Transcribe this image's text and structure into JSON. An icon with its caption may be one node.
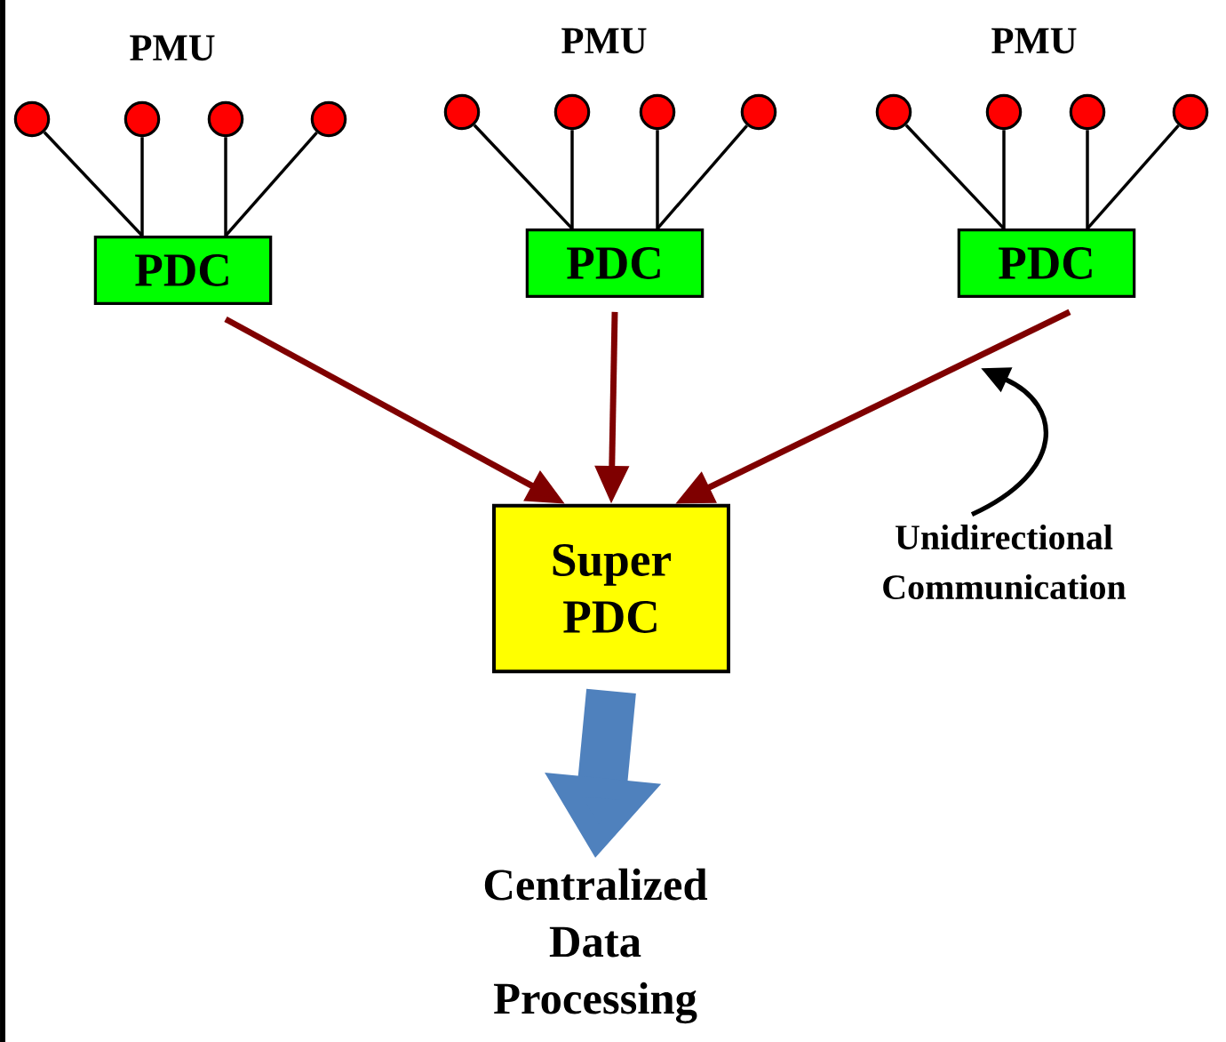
{
  "diagram": {
    "nodes": [
      {
        "text": [],
        "shape": "circle"
      },
      {
        "text": [],
        "shape": "circle"
      },
      {
        "text": [],
        "shape": "circle"
      },
      {
        "text": [],
        "shape": "circle"
      },
      {
        "text": [],
        "shape": "circle"
      },
      {
        "text": [],
        "shape": "circle"
      },
      {
        "text": [],
        "shape": "circle"
      },
      {
        "text": [],
        "shape": "circle"
      },
      {
        "text": [],
        "shape": "circle"
      },
      {
        "text": [],
        "shape": "circle"
      },
      {
        "text": [],
        "shape": "circle"
      },
      {
        "text": [],
        "shape": "circle"
      },
      {
        "text": [
          "PDC"
        ]
      },
      {
        "text": [
          "PDC"
        ]
      },
      {
        "text": [
          "PDC"
        ]
      },
      {
        "text": [
          "Super PDC"
        ]
      },
      {
        "text": [
          "Unidirectional Communication"
        ]
      },
      {
        "text": [
          "Centralized Data Processing"
        ]
      }
    ],
    "edges": [
      {
        "from": 0,
        "to": 12,
        "arrow": "none"
      },
      {
        "from": 1,
        "to": 12,
        "arrow": "none"
      },
      {
        "from": 2,
        "to": 12,
        "arrow": "none"
      },
      {
        "from": 3,
        "to": 12,
        "arrow": "none"
      },
      {
        "from": 4,
        "to": 13,
        "arrow": "none"
      },
      {
        "from": 5,
        "to": 13,
        "arrow": "none"
      },
      {
        "from": 6,
        "to": 13,
        "arrow": "none"
      },
      {
        "from": 7,
        "to": 13,
        "arrow": "none"
      },
      {
        "from": 8,
        "to": 14,
        "arrow": "none"
      },
      {
        "from": 9,
        "to": 14,
        "arrow": "none"
      },
      {
        "from": 10,
        "to": 14,
        "arrow": "none"
      },
      {
        "from": 11,
        "to": 14,
        "arrow": "none"
      },
      {
        "from": 12,
        "to": 15,
        "arrow": "to",
        "style": "thick",
        "color": "#7f0000"
      },
      {
        "from": 13,
        "to": 15,
        "arrow": "to",
        "style": "thick",
        "color": "#7f0000"
      },
      {
        "from": 14,
        "to": 15,
        "arrow": "to",
        "style": "thick",
        "color": "#7f0000"
      },
      {
        "from": 15,
        "to": 17,
        "arrow": "to",
        "style": "thick",
        "color": "#4f81bd"
      },
      {
        "from": 16,
        "to": null,
        "arrow": "to"
      }
    ],
    "labels": [
      "PMU",
      "PMU",
      "PMU"
    ]
  }
}
